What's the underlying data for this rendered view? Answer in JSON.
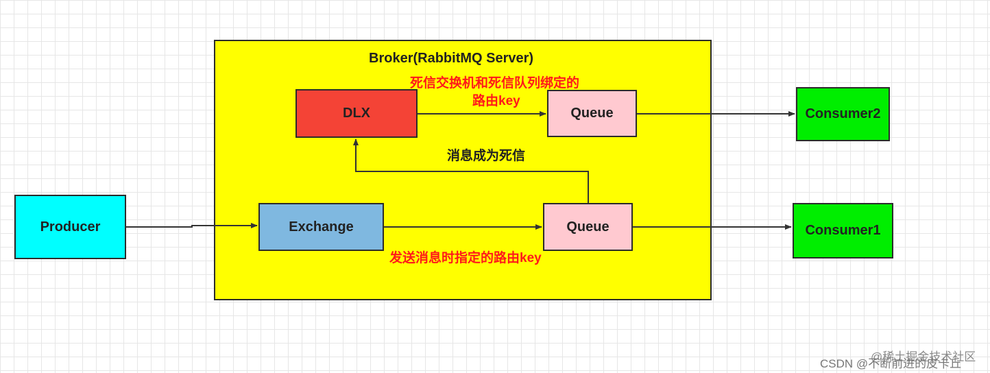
{
  "broker": {
    "title": "Broker(RabbitMQ Server)"
  },
  "nodes": {
    "producer": "Producer",
    "exchange": "Exchange",
    "dlx": "DLX",
    "queue_top": "Queue",
    "queue_bottom": "Queue",
    "consumer1": "Consumer1",
    "consumer2": "Consumer2"
  },
  "annotations": {
    "dlx_binding_line1": "死信交换机和死信队列绑定的",
    "dlx_binding_line2": "路由key",
    "dead_letter": "消息成为死信",
    "send_routing": "发送消息时指定的路由key"
  },
  "watermark": {
    "line1": "@稀土掘金技术社区",
    "line2": "CSDN @不断前进的皮卡丘"
  },
  "colors": {
    "broker": "#ffff00",
    "producer": "#00ffff",
    "exchange": "#7fb8e0",
    "dlx": "#f44336",
    "queue": "#ffc9d0",
    "consumer": "#00ee00",
    "annotation_red": "#ff1a1a"
  }
}
